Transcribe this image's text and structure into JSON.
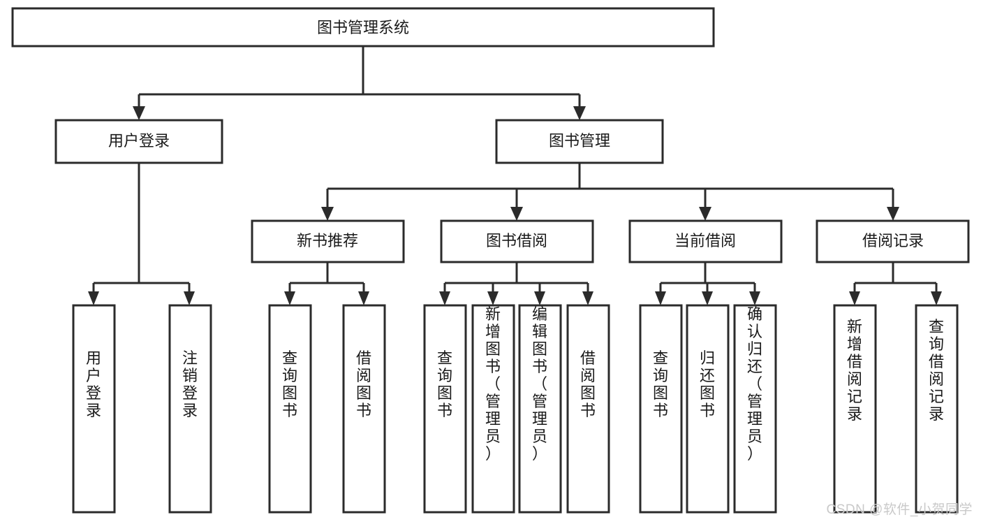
{
  "diagram": {
    "type": "tree-hierarchy-chart",
    "title": "图书管理系统",
    "watermark": "CSDN @软件_小贺同学",
    "colors": {
      "background": "#ffffff",
      "box_fill": "#ffffff",
      "box_stroke": "#2b2b2b",
      "connector": "#2b2b2b",
      "label_text": "#1a1a1a",
      "watermark_text": "#c9c9c9"
    },
    "levels": [
      {
        "level": 1,
        "nodes": [
          {
            "id": "root",
            "label": "图书管理系统",
            "orientation": "horizontal"
          }
        ]
      },
      {
        "level": 2,
        "nodes": [
          {
            "id": "user-login",
            "label": "用户登录",
            "orientation": "horizontal",
            "parent": "root"
          },
          {
            "id": "book-manage",
            "label": "图书管理",
            "orientation": "horizontal",
            "parent": "root"
          }
        ]
      },
      {
        "level": 3,
        "nodes": [
          {
            "id": "new-book-rec",
            "label": "新书推荐",
            "orientation": "horizontal",
            "parent": "book-manage"
          },
          {
            "id": "book-borrow",
            "label": "图书借阅",
            "orientation": "horizontal",
            "parent": "book-manage"
          },
          {
            "id": "current-borrow",
            "label": "当前借阅",
            "orientation": "horizontal",
            "parent": "book-manage"
          },
          {
            "id": "borrow-record",
            "label": "借阅记录",
            "orientation": "horizontal",
            "parent": "book-manage"
          }
        ]
      },
      {
        "level": 4,
        "nodes": [
          {
            "id": "leaf-user-login",
            "label": "用户登录",
            "orientation": "vertical",
            "parent": "user-login"
          },
          {
            "id": "leaf-logout-login",
            "label": "注销登录",
            "orientation": "vertical",
            "parent": "user-login"
          },
          {
            "id": "leaf-query-book-1",
            "label": "查询图书",
            "orientation": "vertical",
            "parent": "new-book-rec"
          },
          {
            "id": "leaf-borrow-book-1",
            "label": "借阅图书",
            "orientation": "vertical",
            "parent": "new-book-rec"
          },
          {
            "id": "leaf-query-book-2",
            "label": "查询图书",
            "orientation": "vertical",
            "parent": "book-borrow"
          },
          {
            "id": "leaf-add-book",
            "label": "新增图书（管理员）",
            "orientation": "vertical",
            "parent": "book-borrow"
          },
          {
            "id": "leaf-edit-book",
            "label": "编辑图书（管理员）",
            "orientation": "vertical",
            "parent": "book-borrow"
          },
          {
            "id": "leaf-borrow-book-2",
            "label": "借阅图书",
            "orientation": "vertical",
            "parent": "book-borrow"
          },
          {
            "id": "leaf-query-book-3",
            "label": "查询图书",
            "orientation": "vertical",
            "parent": "current-borrow"
          },
          {
            "id": "leaf-return-book",
            "label": "归还图书",
            "orientation": "vertical",
            "parent": "current-borrow"
          },
          {
            "id": "leaf-confirm-return",
            "label": "确认归还（管理员）",
            "orientation": "vertical",
            "parent": "current-borrow"
          },
          {
            "id": "leaf-add-record",
            "label": "新增借阅记录",
            "orientation": "vertical",
            "parent": "borrow-record"
          },
          {
            "id": "leaf-query-record",
            "label": "查询借阅记录",
            "orientation": "vertical",
            "parent": "borrow-record"
          }
        ]
      }
    ]
  }
}
